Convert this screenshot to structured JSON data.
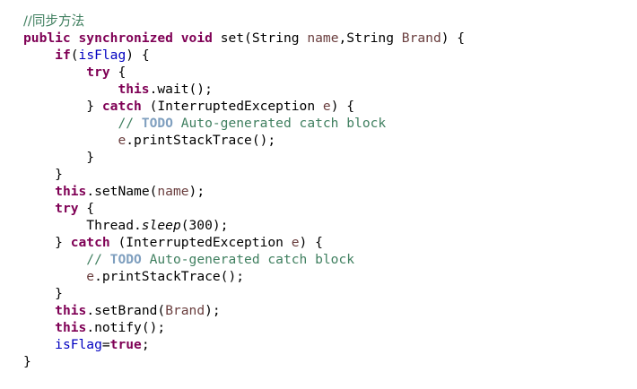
{
  "editor": {
    "lines": [
      [
        {
          "t": "cm cm-cn",
          "v": "//同步方法"
        }
      ],
      [
        {
          "t": "kw",
          "v": "public"
        },
        {
          "t": "pl",
          "v": " "
        },
        {
          "t": "kw",
          "v": "synchronized"
        },
        {
          "t": "pl",
          "v": " "
        },
        {
          "t": "kw",
          "v": "void"
        },
        {
          "t": "pl",
          "v": " set(String "
        },
        {
          "t": "par",
          "v": "name"
        },
        {
          "t": "pl",
          "v": ",String "
        },
        {
          "t": "par",
          "v": "Brand"
        },
        {
          "t": "pl",
          "v": ") {"
        }
      ],
      [
        {
          "t": "pl",
          "v": "    "
        },
        {
          "t": "kw",
          "v": "if"
        },
        {
          "t": "pl",
          "v": "("
        },
        {
          "t": "fld",
          "v": "isFlag"
        },
        {
          "t": "pl",
          "v": ") {"
        }
      ],
      [
        {
          "t": "pl",
          "v": "        "
        },
        {
          "t": "kw",
          "v": "try"
        },
        {
          "t": "pl",
          "v": " {"
        }
      ],
      [
        {
          "t": "pl",
          "v": "            "
        },
        {
          "t": "kw",
          "v": "this"
        },
        {
          "t": "pl",
          "v": ".wait();"
        }
      ],
      [
        {
          "t": "pl",
          "v": "        } "
        },
        {
          "t": "kw",
          "v": "catch"
        },
        {
          "t": "pl",
          "v": " (InterruptedException "
        },
        {
          "t": "par",
          "v": "e"
        },
        {
          "t": "pl",
          "v": ") {"
        }
      ],
      [
        {
          "t": "pl",
          "v": "            "
        },
        {
          "t": "cm",
          "v": "// "
        },
        {
          "t": "todo",
          "v": "TODO"
        },
        {
          "t": "cm",
          "v": " Auto-generated catch block"
        }
      ],
      [
        {
          "t": "pl",
          "v": "            "
        },
        {
          "t": "par",
          "v": "e"
        },
        {
          "t": "pl",
          "v": ".printStackTrace();"
        }
      ],
      [
        {
          "t": "pl",
          "v": "        }"
        }
      ],
      [
        {
          "t": "pl",
          "v": "    }"
        }
      ],
      [
        {
          "t": "pl",
          "v": "    "
        },
        {
          "t": "kw",
          "v": "this"
        },
        {
          "t": "pl",
          "v": ".setName("
        },
        {
          "t": "par",
          "v": "name"
        },
        {
          "t": "pl",
          "v": ");"
        }
      ],
      [
        {
          "t": "pl",
          "v": "    "
        },
        {
          "t": "kw",
          "v": "try"
        },
        {
          "t": "pl",
          "v": " {"
        }
      ],
      [
        {
          "t": "pl",
          "v": "        Thread."
        },
        {
          "t": "st",
          "v": "sleep"
        },
        {
          "t": "pl",
          "v": "(300);"
        }
      ],
      [
        {
          "t": "pl",
          "v": "    } "
        },
        {
          "t": "kw",
          "v": "catch"
        },
        {
          "t": "pl",
          "v": " (InterruptedException "
        },
        {
          "t": "par",
          "v": "e"
        },
        {
          "t": "pl",
          "v": ") {"
        }
      ],
      [
        {
          "t": "pl",
          "v": "        "
        },
        {
          "t": "cm",
          "v": "// "
        },
        {
          "t": "todo",
          "v": "TODO"
        },
        {
          "t": "cm",
          "v": " Auto-generated catch block"
        }
      ],
      [
        {
          "t": "pl",
          "v": "        "
        },
        {
          "t": "par",
          "v": "e"
        },
        {
          "t": "pl",
          "v": ".printStackTrace();"
        }
      ],
      [
        {
          "t": "pl",
          "v": "    }"
        }
      ],
      [
        {
          "t": "pl",
          "v": "    "
        },
        {
          "t": "kw",
          "v": "this"
        },
        {
          "t": "pl",
          "v": ".setBrand("
        },
        {
          "t": "par",
          "v": "Brand"
        },
        {
          "t": "pl",
          "v": ");"
        }
      ],
      [
        {
          "t": "pl",
          "v": "    "
        },
        {
          "t": "kw",
          "v": "this"
        },
        {
          "t": "pl",
          "v": ".notify();"
        }
      ],
      [
        {
          "t": "pl",
          "v": "    "
        },
        {
          "t": "fld",
          "v": "isFlag"
        },
        {
          "t": "pl",
          "v": "="
        },
        {
          "t": "kw",
          "v": "true"
        },
        {
          "t": "pl",
          "v": ";"
        }
      ],
      [
        {
          "t": "pl",
          "v": "}"
        }
      ]
    ]
  },
  "colors": {
    "background": "#ffffff",
    "keyword": "#7f0055",
    "comment": "#3f7f5f",
    "todo_tag": "#7f9fbf",
    "field": "#0000c0",
    "parameter": "#6a3e3e",
    "text": "#000000"
  }
}
